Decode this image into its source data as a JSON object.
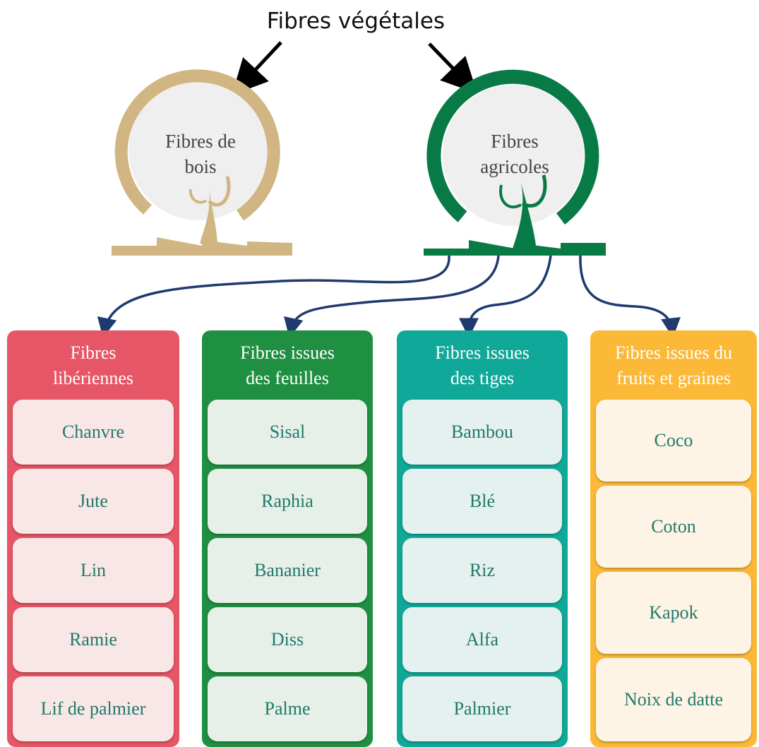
{
  "title": "Fibres végétales",
  "trees": {
    "wood": {
      "label_line1": "Fibres de",
      "label_line2": "bois",
      "color": "#d1b582"
    },
    "agri": {
      "label_line1": "Fibres",
      "label_line2": "agricoles",
      "color": "#087a46"
    }
  },
  "colors": {
    "connector": "#1f3a6e",
    "arrow": "#000000",
    "circle_fill": "#efefef"
  },
  "columns": [
    {
      "header_line1": "Fibres",
      "header_line2": "libériennes",
      "color": "#e65666",
      "card_bg": "#f9e6e6",
      "items": [
        "Chanvre",
        "Jute",
        "Lin",
        "Ramie",
        "Lif de palmier"
      ]
    },
    {
      "header_line1": "Fibres issues",
      "header_line2": "des feuilles",
      "color": "#1f8f42",
      "card_bg": "#e6efe8",
      "items": [
        "Sisal",
        "Raphia",
        "Bananier",
        "Diss",
        "Palme"
      ]
    },
    {
      "header_line1": "Fibres issues",
      "header_line2": "des tiges",
      "color": "#10a898",
      "card_bg": "#e4f1ef",
      "items": [
        "Bambou",
        "Blé",
        "Riz",
        "Alfa",
        "Palmier"
      ]
    },
    {
      "header_line1": "Fibres issues du",
      "header_line2": "fruits et graines",
      "color": "#fbb937",
      "card_bg": "#fef4e6",
      "items": [
        "Coco",
        "Coton",
        "Kapok",
        "Noix de datte"
      ]
    }
  ]
}
